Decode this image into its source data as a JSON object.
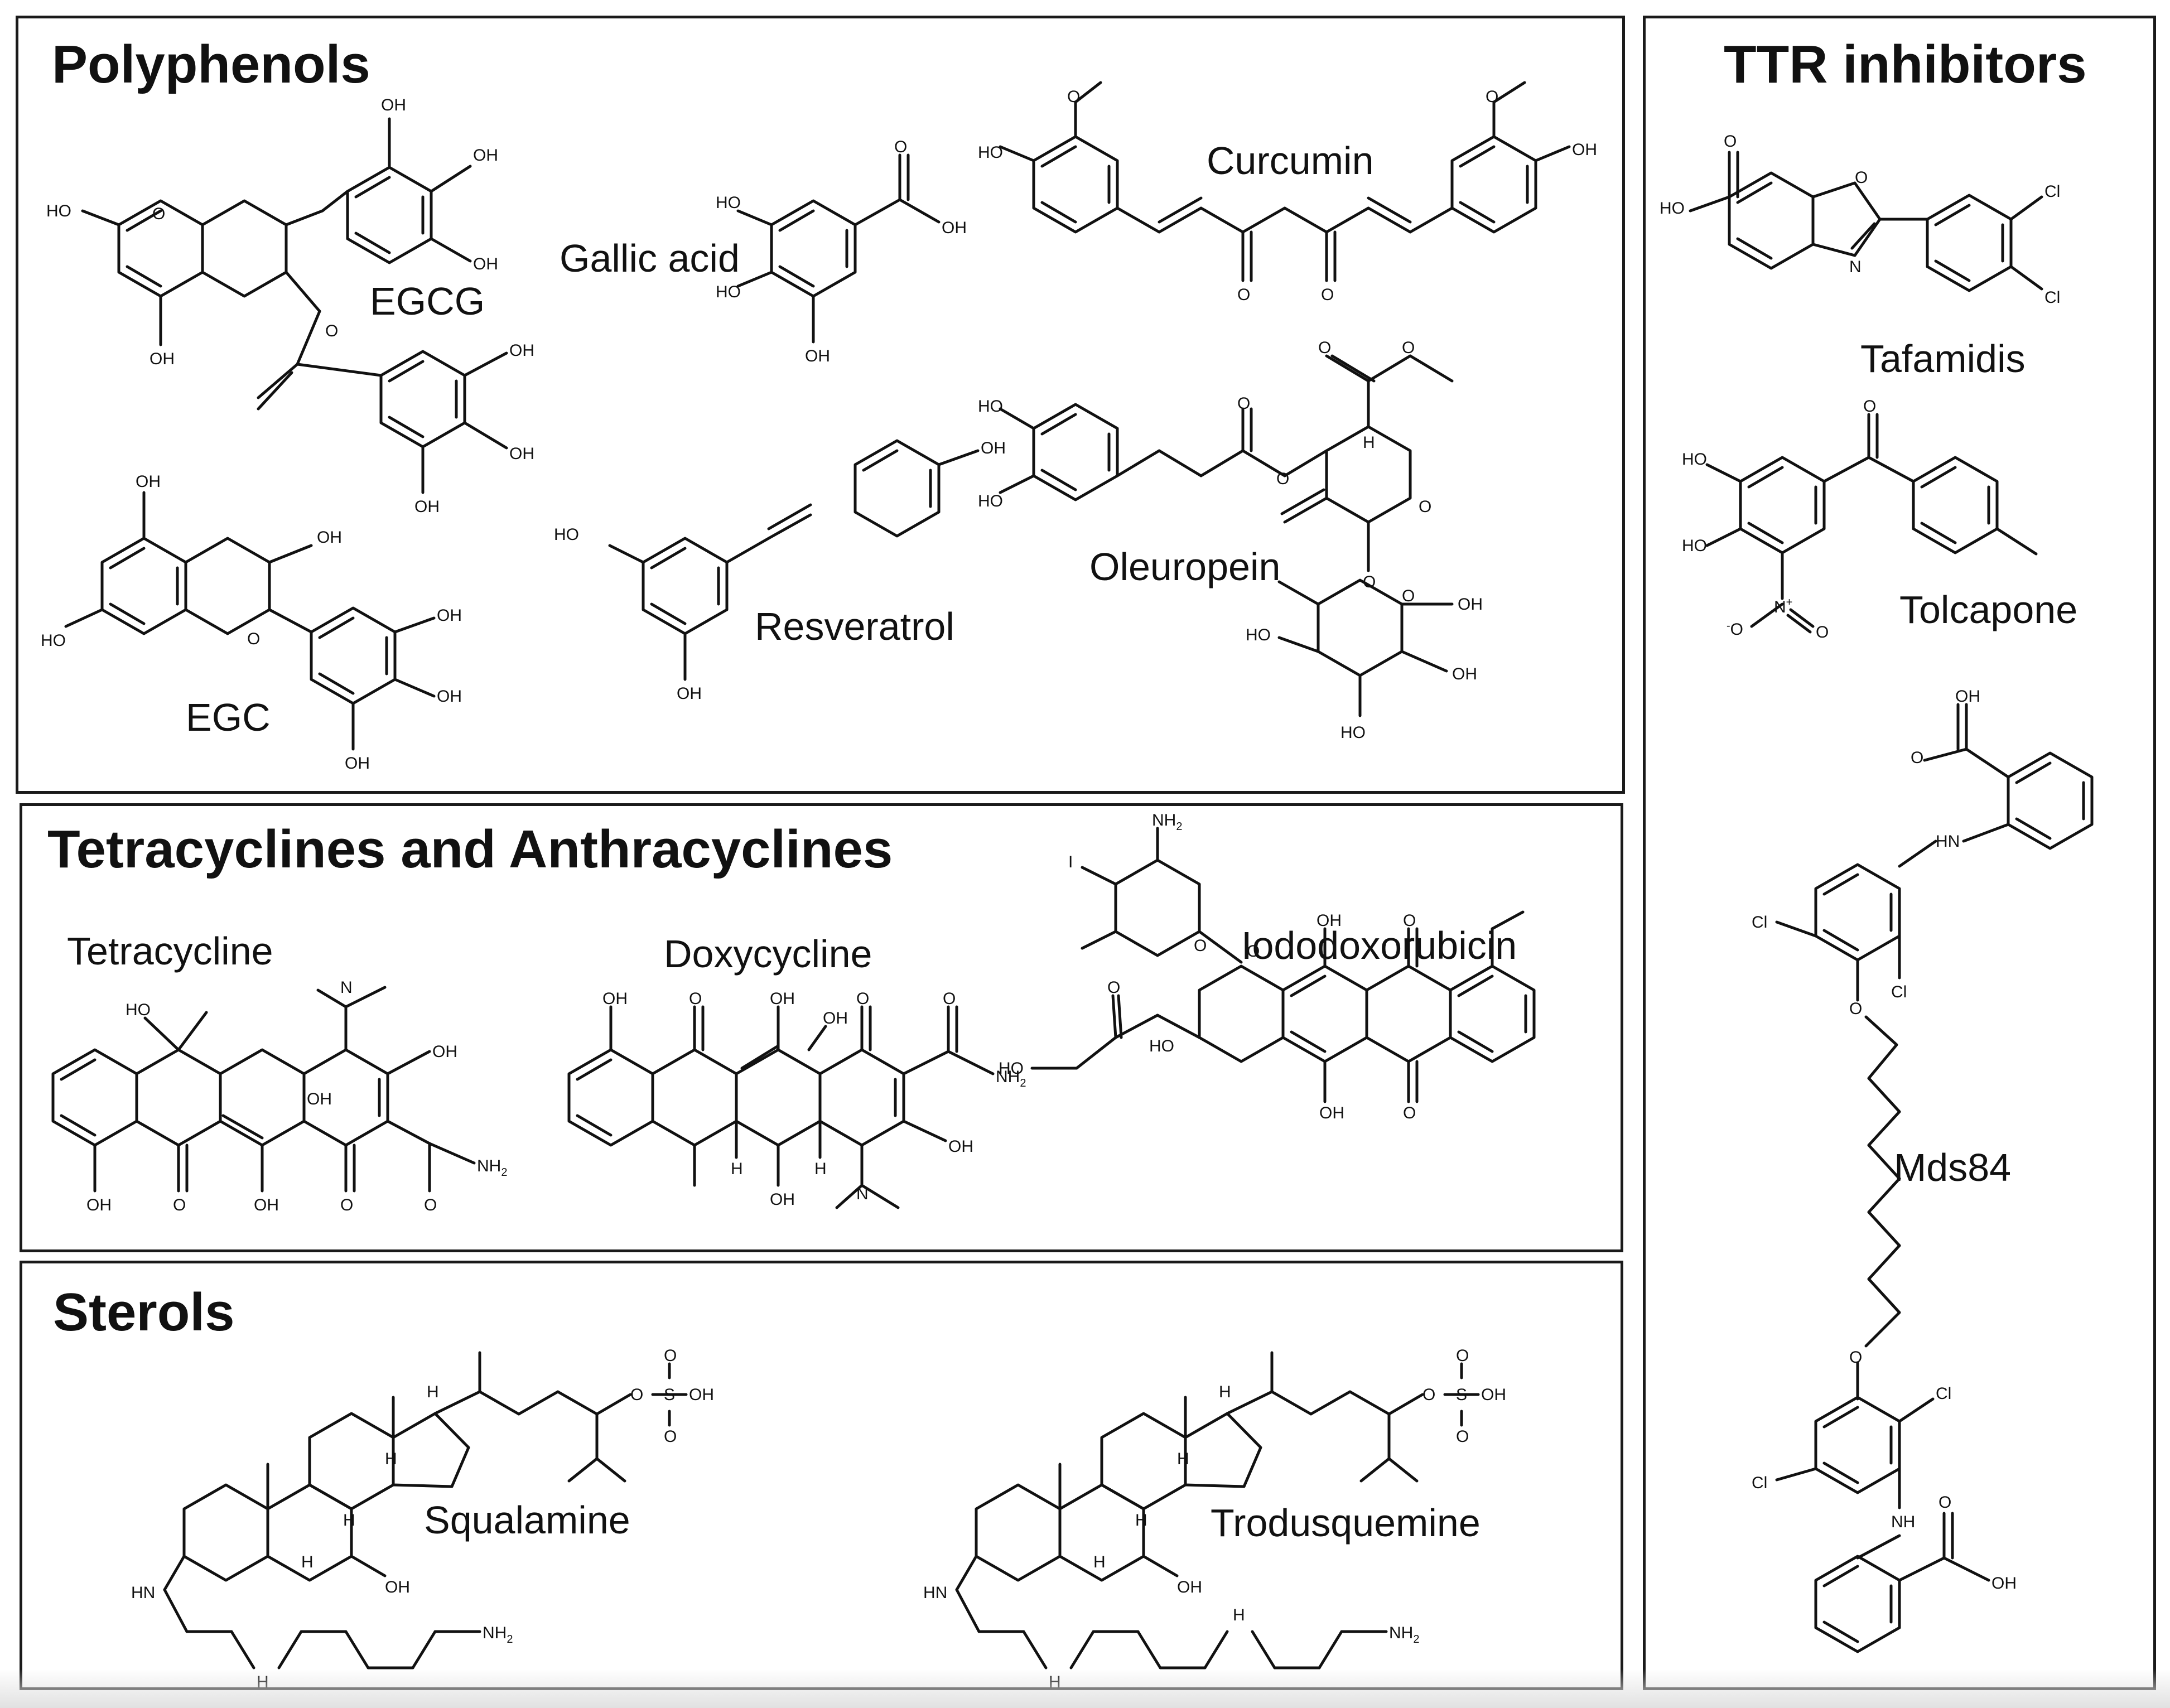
{
  "panels": {
    "polyphenols": {
      "title": "Polyphenols",
      "compounds": [
        "EGCG",
        "Gallic acid",
        "Curcumin",
        "EGC",
        "Resveratrol",
        "Oleuropein"
      ]
    },
    "tetracyclines": {
      "title": "Tetracyclines and Anthracyclines",
      "compounds": [
        "Tetracycline",
        "Doxycycline",
        "Iododoxorubicin"
      ]
    },
    "sterols": {
      "title": "Sterols",
      "compounds": [
        "Squalamine",
        "Trodusquemine"
      ]
    },
    "ttr": {
      "title": "TTR inhibitors",
      "compounds": [
        "Tafamidis",
        "Tolcapone",
        "Mds84"
      ]
    }
  },
  "atoms": {
    "oh": "OH",
    "ho": "HO",
    "o": "O",
    "n": "N",
    "h": "H",
    "cl": "Cl",
    "i": "I",
    "nh": "NH",
    "hn": "HN",
    "nh2": "NH",
    "nh2_sub": "2",
    "s": "S",
    "nplus": "N",
    "plus": "+",
    "ominus": "O",
    "minus": "-"
  },
  "colors": {
    "line": "#111111",
    "frame": "#1a1a1a",
    "background": "#ffffff"
  }
}
